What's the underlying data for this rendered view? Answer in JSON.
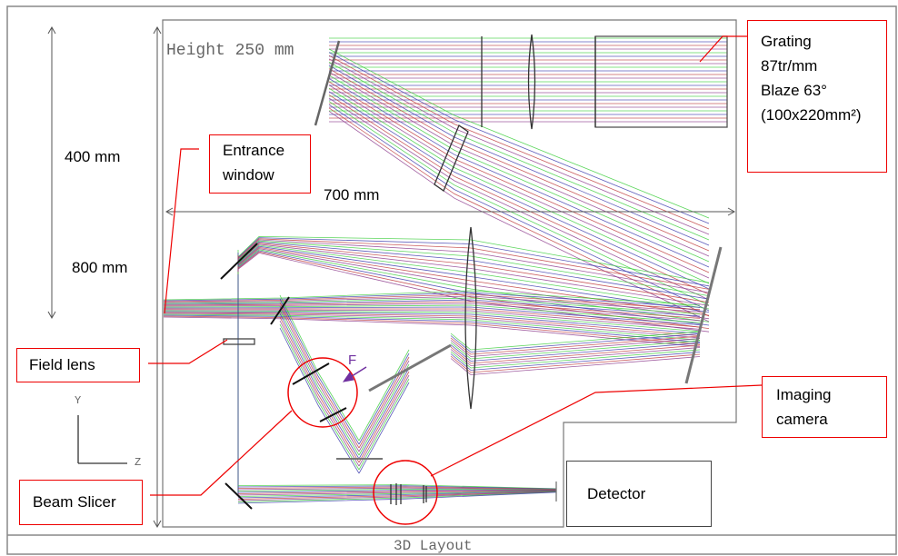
{
  "title": "3D Layout",
  "plot_label": "Height 250 mm",
  "dimensions": {
    "height_400": "400 mm",
    "height_800": "800 mm",
    "width_700": "700 mm"
  },
  "axes": {
    "y": "Y",
    "z": "Z"
  },
  "focus_marker": "F",
  "callouts": {
    "grating": [
      "Grating",
      "87tr/mm",
      "Blaze 63°",
      "(100x220mm²)"
    ],
    "entrance_window": [
      "Entrance",
      "window"
    ],
    "field_lens": "Field lens",
    "imaging_camera": [
      "Imaging",
      "camera"
    ],
    "beam_slicer": "Beam Slicer",
    "detector": "Detector"
  },
  "colors": {
    "callout": "#ee0000",
    "ray_green": "#33cc33",
    "ray_blue": "#3333aa",
    "ray_red": "#bb3333",
    "ray_purple": "#883388",
    "marker": "#7030a0"
  }
}
